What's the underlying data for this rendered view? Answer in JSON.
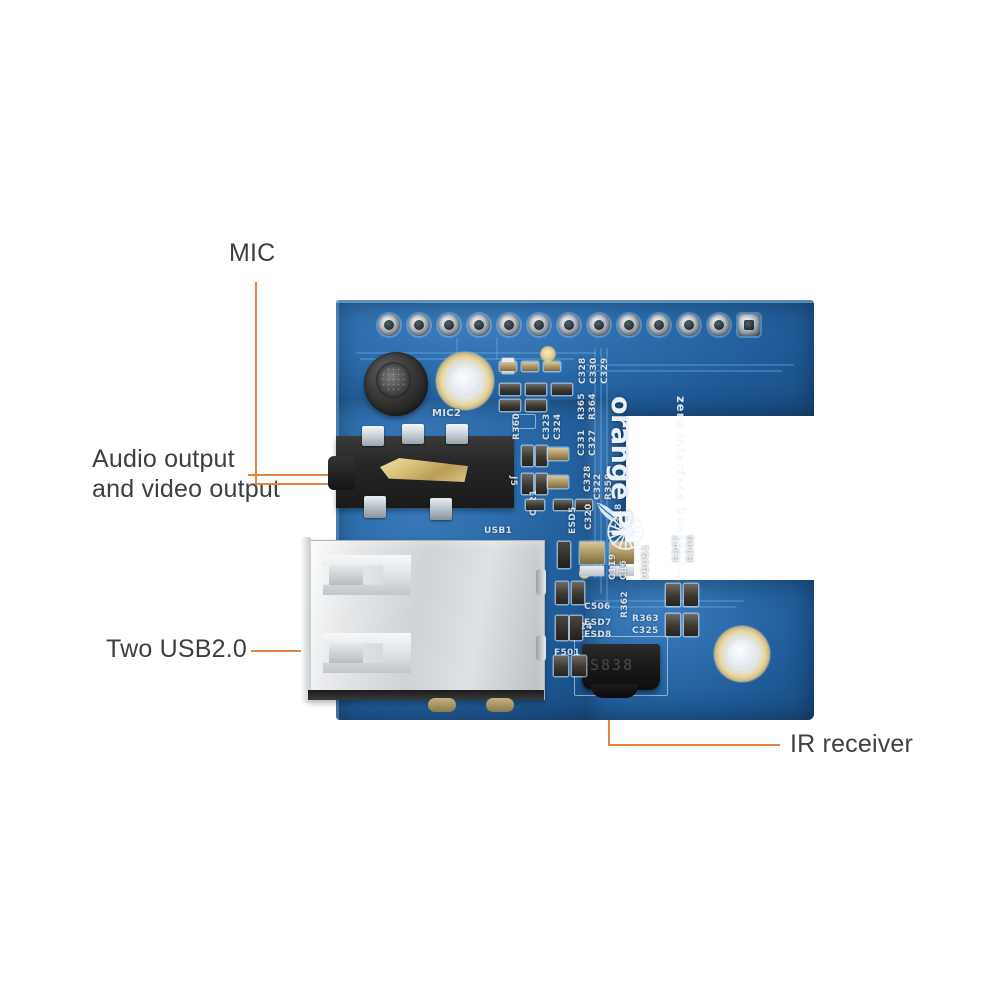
{
  "image": {
    "subject": "Orange Pi Zero interface board (expansion HAT) product photo with annotated callouts",
    "background_color": "#ffffff",
    "text_color": "#3f3f3f",
    "leader_color": "#e2833f",
    "dot_color": "#f07d1e",
    "pcb_color": "#2a6aa8"
  },
  "callouts": [
    {
      "id": "mic",
      "label": "MIC",
      "name": "callout-mic"
    },
    {
      "id": "audio",
      "label": "Audio output\nand video output",
      "name": "callout-audio-video-output"
    },
    {
      "id": "usb",
      "label": "Two USB2.0",
      "name": "callout-two-usb"
    },
    {
      "id": "ir",
      "label": "IR receiver",
      "name": "callout-ir-receiver"
    }
  ],
  "board": {
    "brand": "orange Pi",
    "name": "zero interface board",
    "version": "v1.2",
    "header_pin_count": 13,
    "ir_part_marking": "S838",
    "silkscreen": {
      "mic_ref": "MIC2",
      "jack_ref": "J5",
      "usb_ref": "USB1",
      "c328a": "C328",
      "c330": "C330",
      "c329": "C329",
      "r365": "R365",
      "r364": "R364",
      "c331": "C331",
      "c327": "C327",
      "c328b": "C328",
      "r360": "R360",
      "c323": "C323",
      "c324": "C324",
      "r359": "R359",
      "c322": "C322",
      "c321": "C321",
      "c320": "C320",
      "c318": "C318",
      "esd5": "ESD5",
      "esd6": "ESD6",
      "esd7": "ESD7",
      "esd8": "ESD8",
      "c506": "C506",
      "c119": "C119",
      "c86": "C86",
      "vbus1": "VBUS1",
      "r347": "R347",
      "r346": "R346",
      "r362": "R362",
      "r363": "R363",
      "c325": "C325",
      "u24": "U24",
      "f501": "F501"
    }
  }
}
